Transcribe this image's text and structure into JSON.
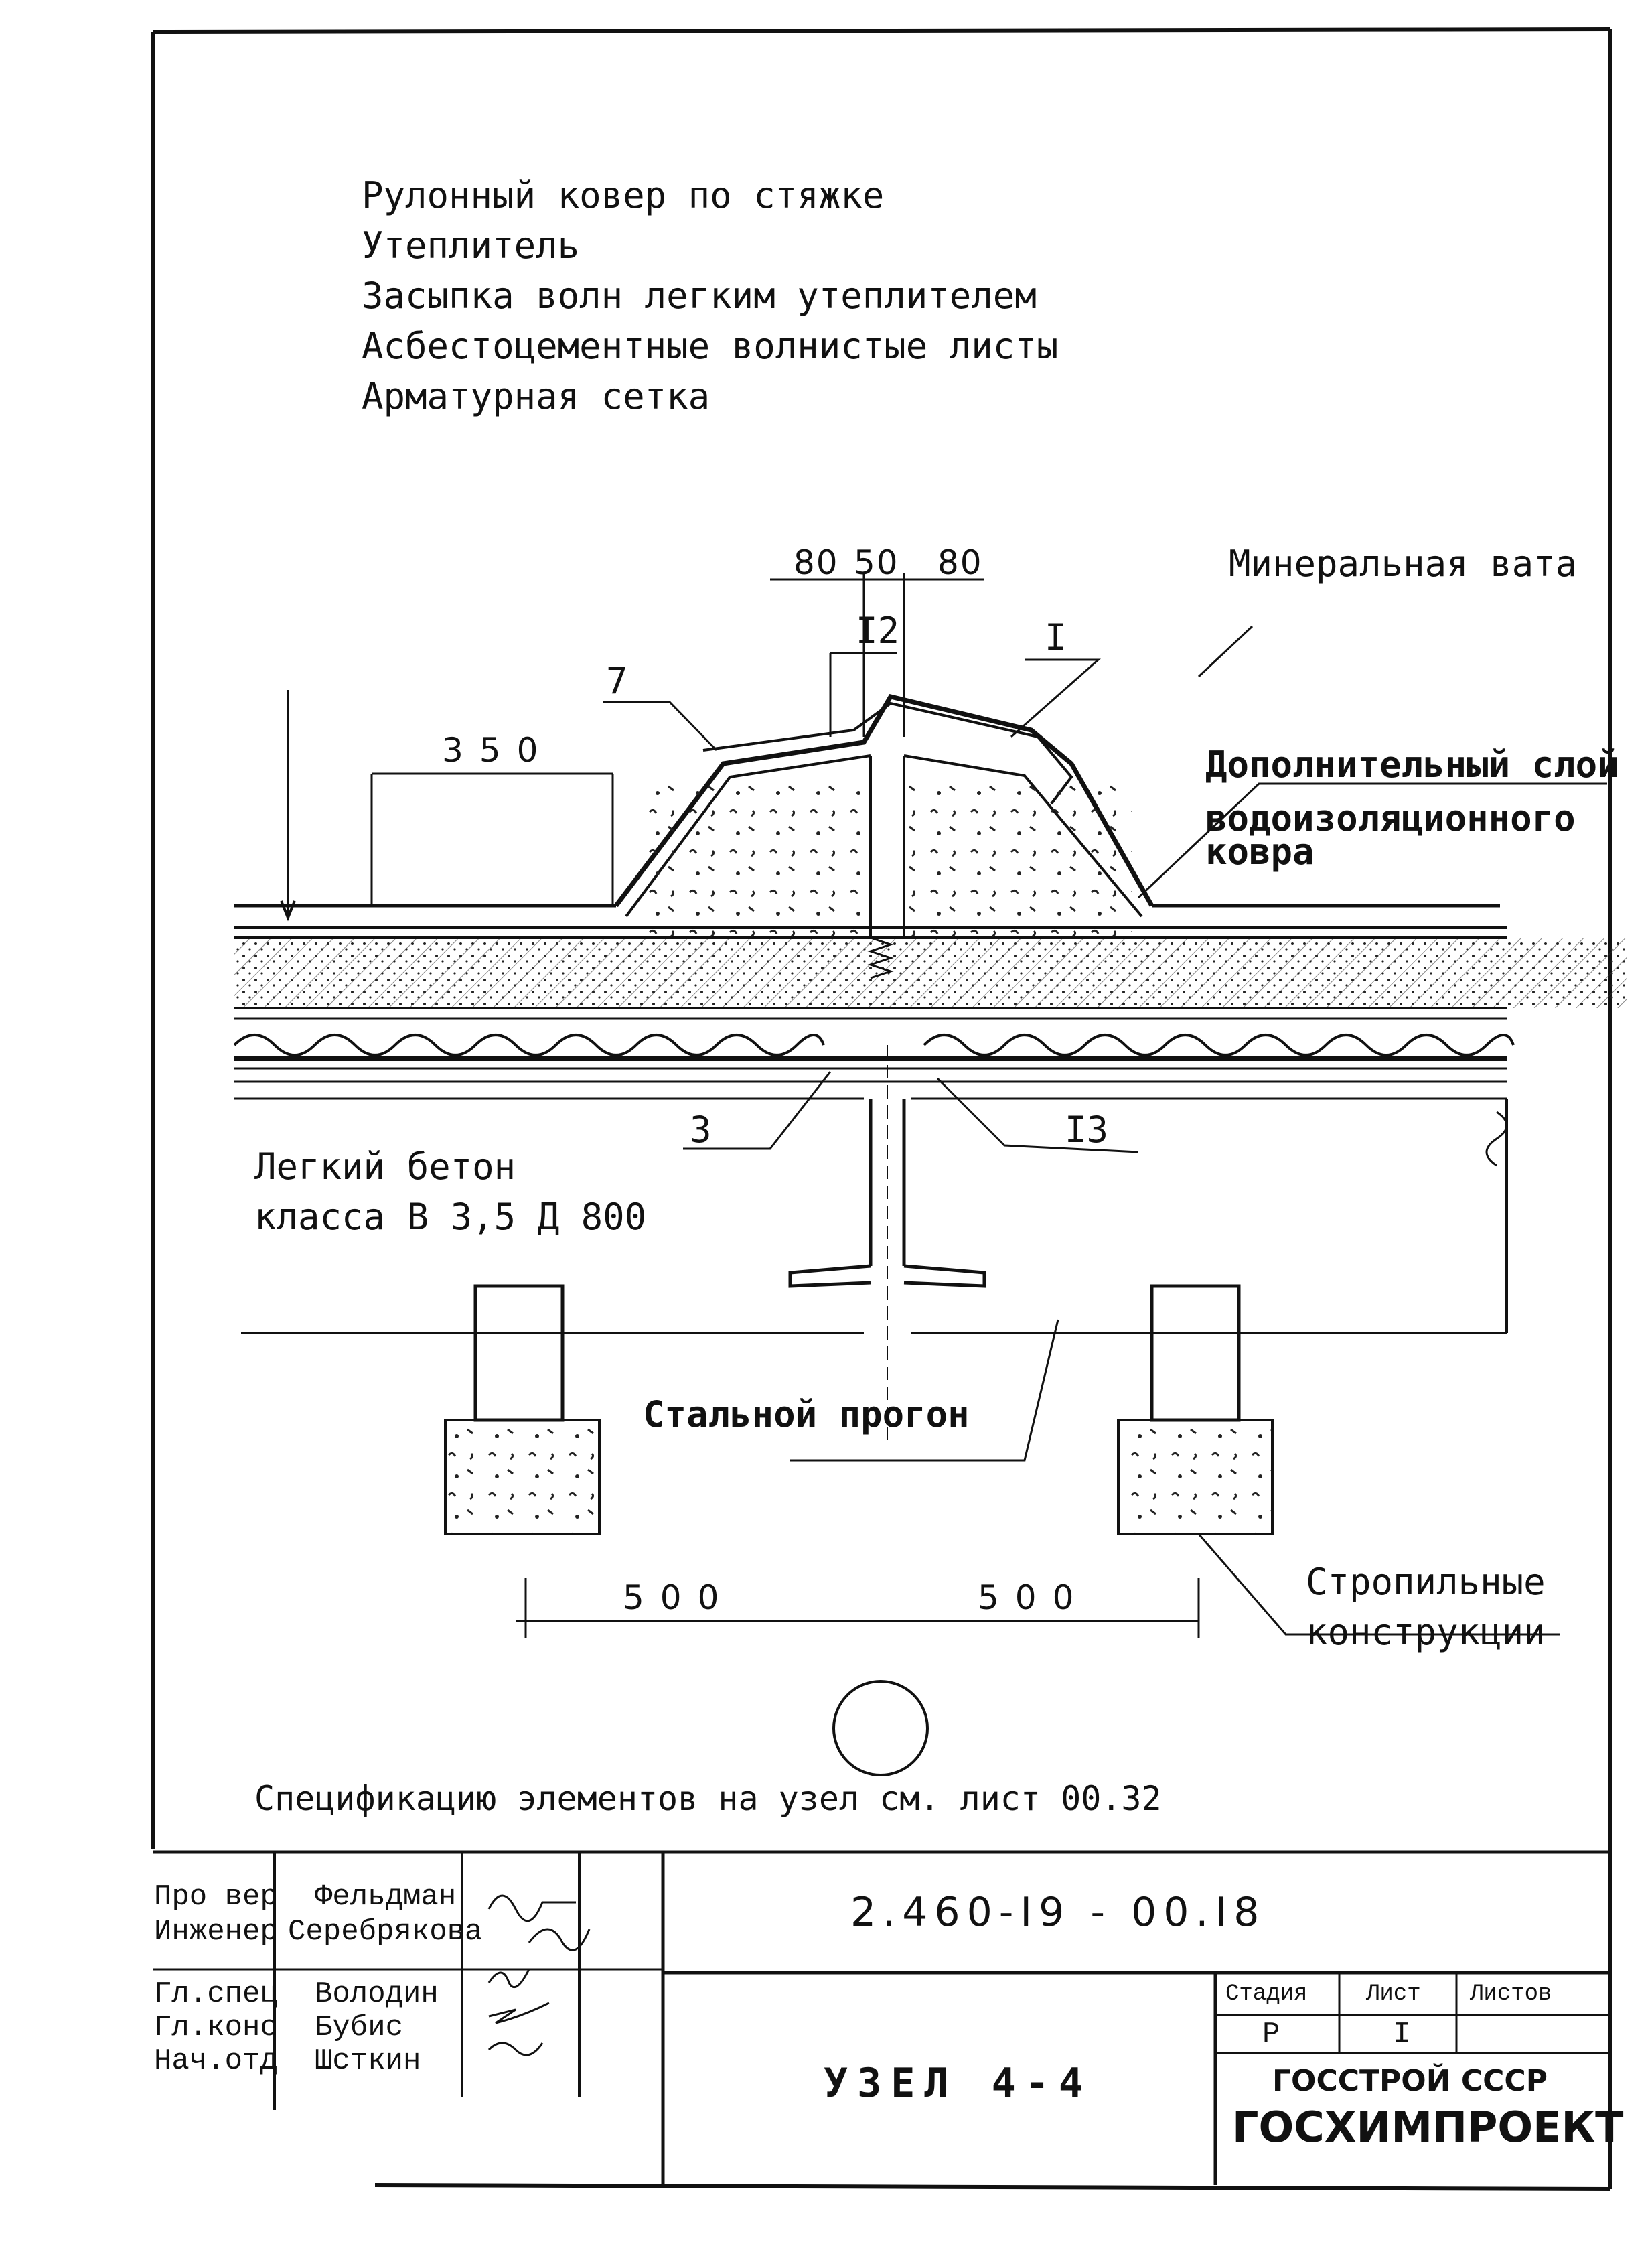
{
  "layers": [
    "Рулонный ковер по стяжке",
    "Утеплитель",
    "Засыпка волн легким утеплителем",
    "Асбестоцементные волнистые листы",
    "Арматурная сетка"
  ],
  "callouts": {
    "mineral_wool": "Минеральная вата",
    "extra_layer_line1": "Дополнительный слой",
    "extra_layer_line2": "водоизоляционного",
    "extra_layer_line3": "ковра",
    "light_concrete_line1": "Легкий бетон",
    "light_concrete_line2": "класса В 3,5 Д 800",
    "steel_purlin": "Стальной прогон",
    "rafters_line1": "Стропильные",
    "rafters_line2": "конструкции"
  },
  "position_numbers": {
    "p7": "7",
    "p12": "I2",
    "p1": "I",
    "p3": "3",
    "p13": "I3"
  },
  "dimensions": {
    "d80_left": "80",
    "d50": "50",
    "d80_right": "80",
    "d350": "350",
    "d500_left": "500",
    "d500_right": "500"
  },
  "spec_note": "Спецификацию элементов на узел см. лист 00.32",
  "title_block": {
    "doc_code": "2.460-I9 - 00.I8",
    "node_title": "УЗЕЛ 4-4",
    "signatures": [
      {
        "role": "Про вер",
        "name": "Фельдман"
      },
      {
        "role": "Инженер",
        "name": "Серебрякова"
      },
      {
        "role": "Гл.спец",
        "name": "Володин"
      },
      {
        "role": "Гл.конс",
        "name": "Бубис"
      },
      {
        "role": "Нач.отд",
        "name": "Шсткин"
      }
    ],
    "stage_header": "Стадия",
    "sheet_header": "Лист",
    "sheets_header": "Листов",
    "stage_value": "Р",
    "sheet_value": "I",
    "sheets_value": "",
    "org_line1": "ГОССТРОЙ СССР",
    "org_line2": "ГОСХИМПРОЕКТ"
  }
}
